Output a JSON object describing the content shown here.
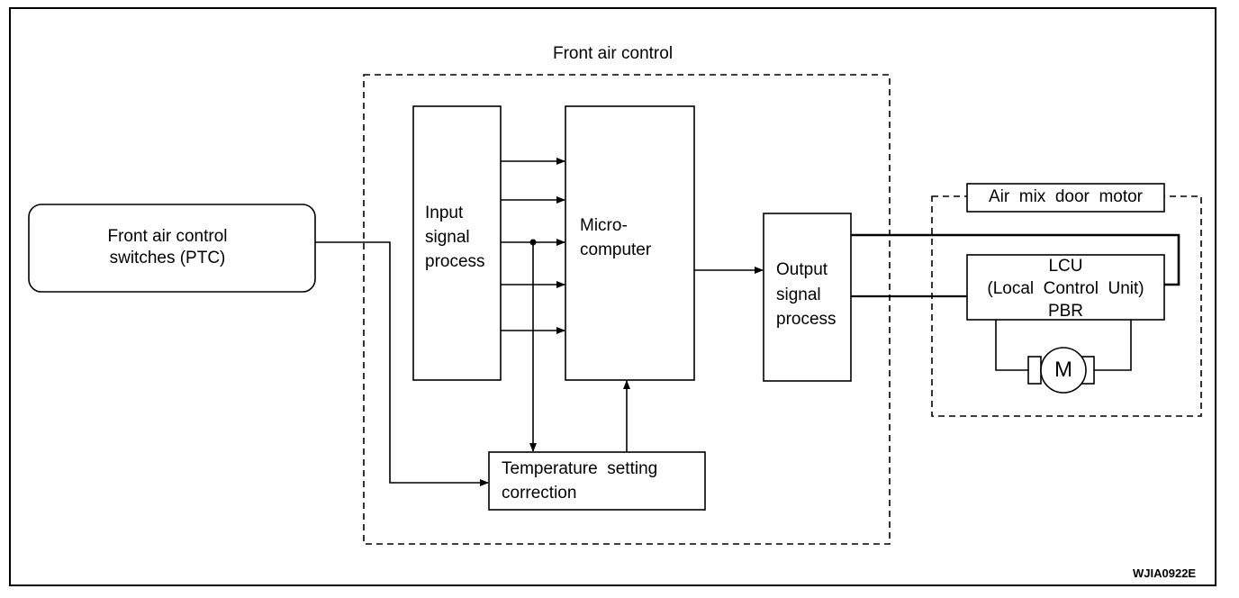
{
  "title": "Front air control",
  "ptc": {
    "line1": "Front air control",
    "line2": "switches (PTC)"
  },
  "input": {
    "line1": "Input",
    "line2": "signal",
    "line3": "process"
  },
  "micro": {
    "line1": "Micro-",
    "line2": "computer"
  },
  "output": {
    "line1": "Output",
    "line2": "signal",
    "line3": "process"
  },
  "temp": {
    "line1": "Temperature  setting",
    "line2": "correction"
  },
  "motor_group": {
    "title": "Air  mix  door  motor",
    "lcu_line1": "LCU",
    "lcu_line2": "(Local  Control  Unit)",
    "lcu_line3": "PBR",
    "motor_symbol": "M"
  },
  "figure_id": "WJIA0922E"
}
